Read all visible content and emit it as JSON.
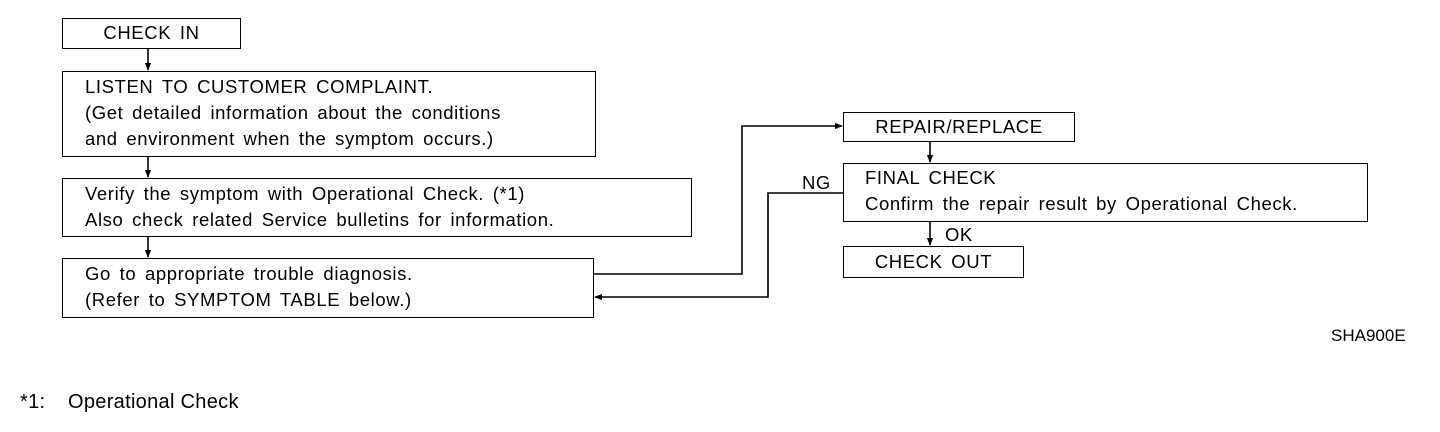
{
  "diagram": {
    "check_in": "CHECK IN",
    "listen": {
      "line1": "LISTEN TO CUSTOMER COMPLAINT.",
      "line2": "(Get detailed information about the conditions",
      "line3": "and environment when the symptom occurs.)"
    },
    "verify": {
      "line1": "Verify the symptom with Operational Check. (*1)",
      "line2": "Also check related Service bulletins for information."
    },
    "goto": {
      "line1": "Go to appropriate trouble diagnosis.",
      "line2": "(Refer to SYMPTOM TABLE below.)"
    },
    "repair": "REPAIR/REPLACE",
    "final": {
      "line1": "FINAL CHECK",
      "line2": "Confirm the repair result by Operational Check."
    },
    "check_out": "CHECK OUT",
    "ng_label": "NG",
    "ok_label": "OK"
  },
  "figure_code": "SHA900E",
  "footnote": {
    "mark": "*1:",
    "text": "Operational Check"
  }
}
